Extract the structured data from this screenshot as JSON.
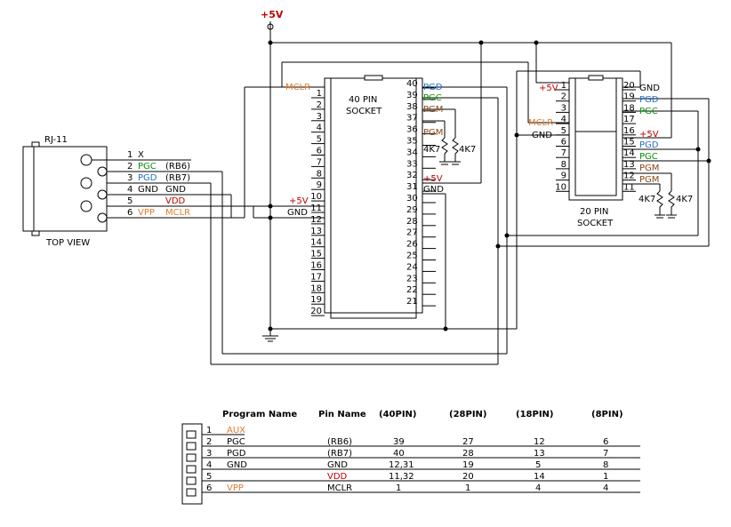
{
  "power": {
    "vcc": "+5V"
  },
  "rj11": {
    "title": "RJ-11",
    "caption": "TOP VIEW",
    "pins": [
      {
        "num": "1",
        "label": "X",
        "extra": ""
      },
      {
        "num": "2",
        "label": "PGC",
        "extra": "(RB6)"
      },
      {
        "num": "3",
        "label": "PGD",
        "extra": "(RB7)"
      },
      {
        "num": "4",
        "label": "GND",
        "extra": "GND"
      },
      {
        "num": "5",
        "label": "",
        "extra": "VDD"
      },
      {
        "num": "6",
        "label": "VPP",
        "extra": "MCLR"
      }
    ]
  },
  "socket40": {
    "name": "40 PIN",
    "sub": "SOCKET",
    "left_labels": {
      "mclr": "MCLR",
      "vcc": "+5V",
      "gnd": "GND"
    },
    "right_labels": {
      "p40": "PGD",
      "p39": "PGC",
      "p38": "PGM",
      "p37": "PGM",
      "p32": "+5V",
      "p31": "GND"
    },
    "left_pins": [
      "1",
      "2",
      "3",
      "4",
      "5",
      "6",
      "7",
      "8",
      "9",
      "10",
      "11",
      "12",
      "13",
      "14",
      "15",
      "16",
      "17",
      "18",
      "19",
      "20"
    ],
    "right_pins": [
      "40",
      "39",
      "38",
      "37",
      "36",
      "35",
      "34",
      "33",
      "32",
      "31",
      "30",
      "29",
      "28",
      "27",
      "26",
      "25",
      "24",
      "23",
      "22",
      "21"
    ],
    "resistors": [
      "4K7",
      "4K7"
    ]
  },
  "socket20": {
    "name": "20 PIN",
    "sub": "SOCKET",
    "left_labels": {
      "vcc": "+5V",
      "mclr": "MCLR",
      "gnd": "GND"
    },
    "right_labels": {
      "p20": "GND",
      "p19": "PGD",
      "p18": "PGC",
      "p16": "+5V",
      "p15": "PGD",
      "p14": "PGC",
      "p13": "PGM",
      "p12": "PGM"
    },
    "left_pins": [
      "1",
      "2",
      "3",
      "4",
      "5",
      "6",
      "7",
      "8",
      "9",
      "10"
    ],
    "right_pins": [
      "20",
      "19",
      "18",
      "17",
      "16",
      "15",
      "14",
      "13",
      "12",
      "11"
    ],
    "resistors": [
      "4K7",
      "4K7"
    ]
  },
  "table": {
    "headers": [
      "Program Name",
      "Pin Name",
      "(40PIN)",
      "(28PIN)",
      "(18PIN)",
      "(8PIN)"
    ],
    "rows": [
      {
        "num": "1",
        "prog": "AUX",
        "pin": "",
        "p40": "",
        "p28": "",
        "p18": "",
        "p8": ""
      },
      {
        "num": "2",
        "prog": "PGC",
        "pin": "(RB6)",
        "p40": "39",
        "p28": "27",
        "p18": "12",
        "p8": "6"
      },
      {
        "num": "3",
        "prog": "PGD",
        "pin": "(RB7)",
        "p40": "40",
        "p28": "28",
        "p18": "13",
        "p8": "7"
      },
      {
        "num": "4",
        "prog": "GND",
        "pin": "GND",
        "p40": "12,31",
        "p28": "19",
        "p18": "5",
        "p8": "8"
      },
      {
        "num": "5",
        "prog": "",
        "pin": "VDD",
        "p40": "11,32",
        "p28": "20",
        "p18": "14",
        "p8": "1"
      },
      {
        "num": "6",
        "prog": "VPP",
        "pin": "MCLR",
        "p40": "1",
        "p28": "1",
        "p18": "4",
        "p8": "4"
      }
    ]
  },
  "colors": {
    "power": "#c00000",
    "pgd": "#1e6fc8",
    "pgc": "#0a8f0a",
    "mclr": "#e07a2a",
    "pgm": "#8b4513"
  }
}
